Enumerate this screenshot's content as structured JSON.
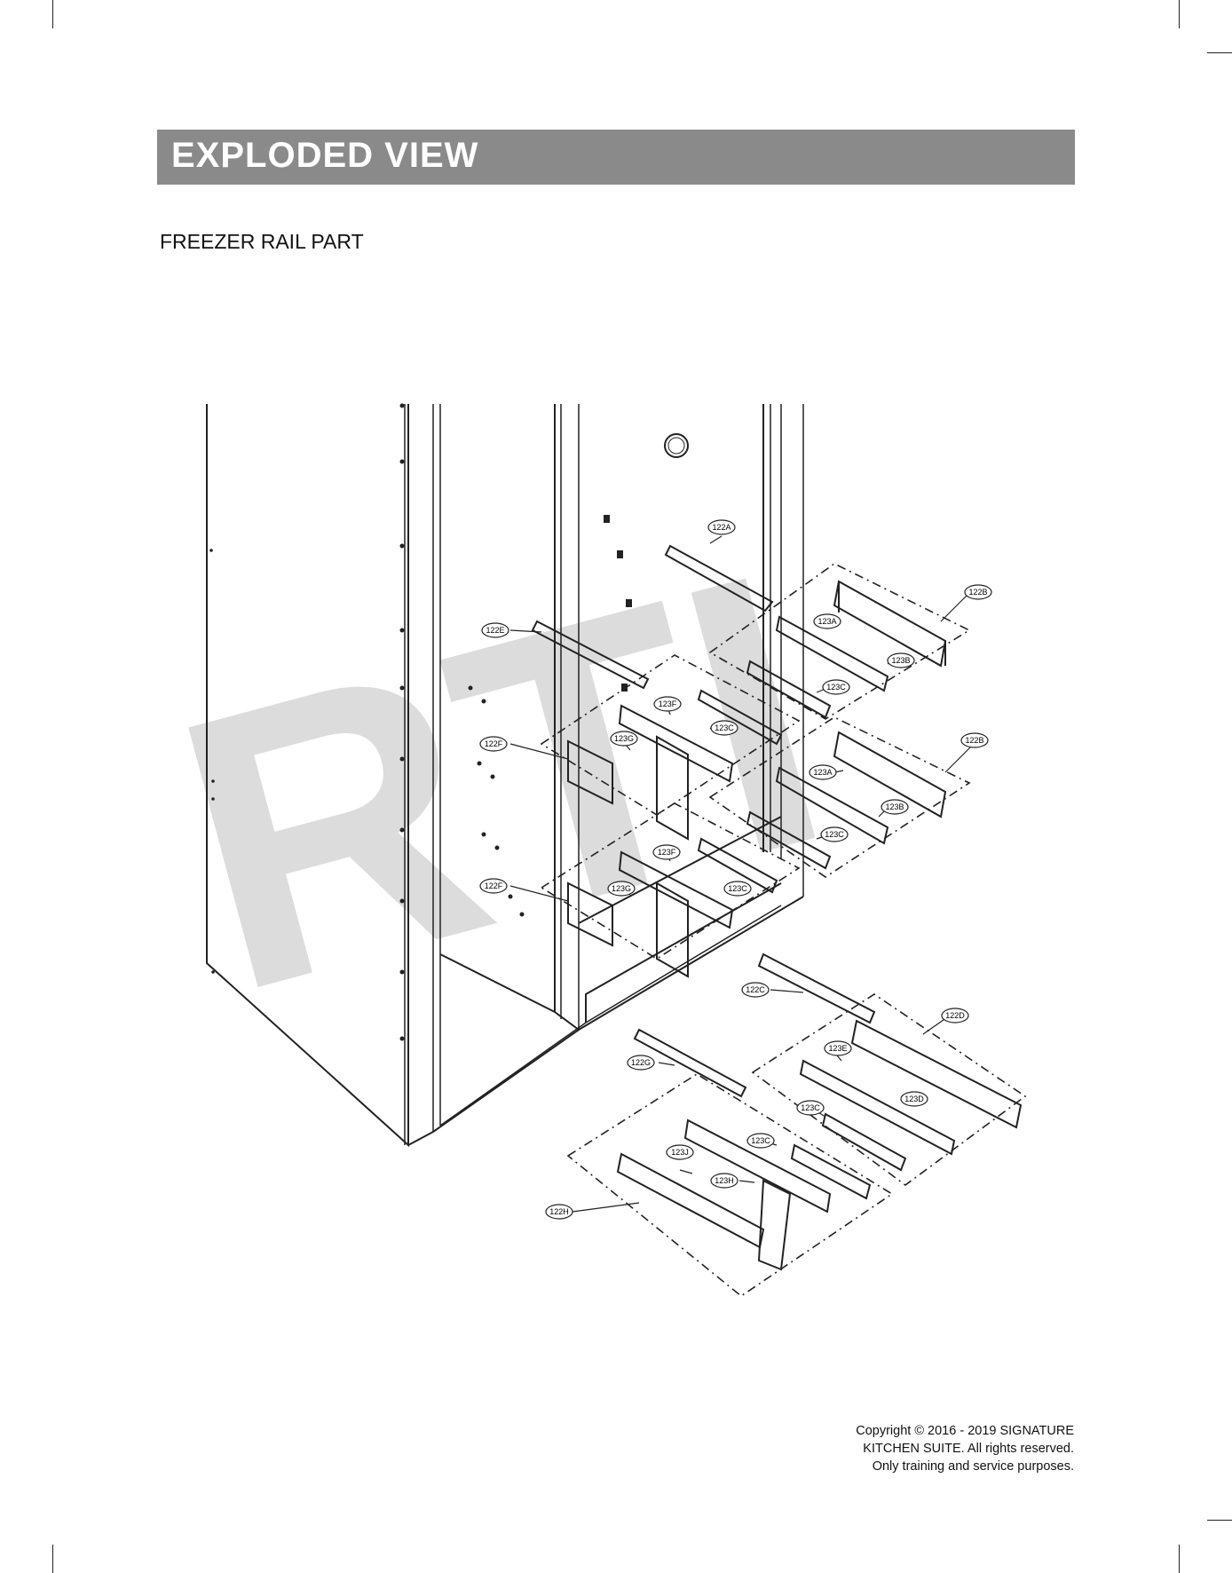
{
  "header": {
    "title": "EXPLODED VIEW"
  },
  "section": {
    "title": "FREEZER RAIL PART"
  },
  "watermark": {
    "text": "RTI"
  },
  "callouts": [
    {
      "label": "122A"
    },
    {
      "label": "122B"
    },
    {
      "label": "123A"
    },
    {
      "label": "123B"
    },
    {
      "label": "123C"
    },
    {
      "label": "122E"
    },
    {
      "label": "123F"
    },
    {
      "label": "123C"
    },
    {
      "label": "122F"
    },
    {
      "label": "123G"
    },
    {
      "label": "122B"
    },
    {
      "label": "123A"
    },
    {
      "label": "123B"
    },
    {
      "label": "123C"
    },
    {
      "label": "123F"
    },
    {
      "label": "122F"
    },
    {
      "label": "123G"
    },
    {
      "label": "123C"
    },
    {
      "label": "122C"
    },
    {
      "label": "122D"
    },
    {
      "label": "123E"
    },
    {
      "label": "122G"
    },
    {
      "label": "123D"
    },
    {
      "label": "123C"
    },
    {
      "label": "123C"
    },
    {
      "label": "123J"
    },
    {
      "label": "123H"
    },
    {
      "label": "122H"
    }
  ],
  "footer": {
    "copyright_line1": "Copyright © 2016 - 2019 SIGNATURE",
    "copyright_line2": "KITCHEN SUITE. All rights reserved.",
    "copyright_line3": "Only training and service purposes."
  },
  "colors": {
    "header_bar": "#8a8a8a",
    "watermark": "#dcdcdc",
    "line": "#222222"
  }
}
